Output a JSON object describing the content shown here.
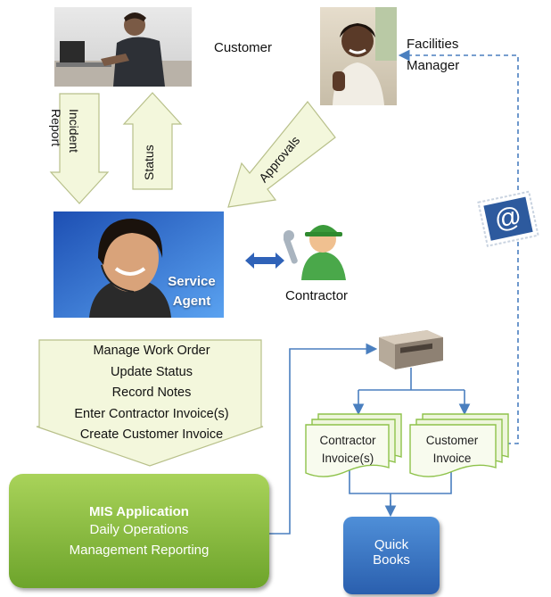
{
  "customer": {
    "label": "Customer",
    "image": "customer-at-laptop-photo"
  },
  "facilities_manager": {
    "label_line1": "Facilities",
    "label_line2": "Manager",
    "image": "facilities-manager-thumbs-up-photo"
  },
  "arrows": {
    "incident_report_line1": "Incident",
    "incident_report_line2": "Report",
    "status": "Status",
    "approvals": "Approvals"
  },
  "service_agent": {
    "label_line1": "Service",
    "label_line2": "Agent",
    "image": "service-agent-headset-photo"
  },
  "contractor": {
    "label": "Contractor",
    "icon": "contractor-with-wrench-icon"
  },
  "work_items": [
    "Manage Work Order",
    "Update Status",
    "Record Notes",
    "Enter Contractor Invoice(s)",
    "Create Customer Invoice"
  ],
  "mis": {
    "title": "MIS Application",
    "line1": "Daily Operations",
    "line2": "Management Reporting"
  },
  "printer": {
    "icon": "printer-icon"
  },
  "contractor_invoice": {
    "line1": "Contractor",
    "line2": "Invoice(s)"
  },
  "customer_invoice": {
    "line1": "Customer",
    "line2": "Invoice"
  },
  "quickbooks": {
    "line1": "Quick",
    "line2": "Books"
  },
  "email": {
    "symbol": "@",
    "icon": "email-at-icon"
  },
  "colors": {
    "arrow_fill": "#f3f7dc",
    "arrow_stroke": "#b8c08a",
    "connector": "#4a7fbf",
    "mis_green": "#7fb43a",
    "quickbooks_blue": "#3a73c4",
    "invoice_fill": "#eef6dc",
    "invoice_stroke": "#8ec24a"
  }
}
